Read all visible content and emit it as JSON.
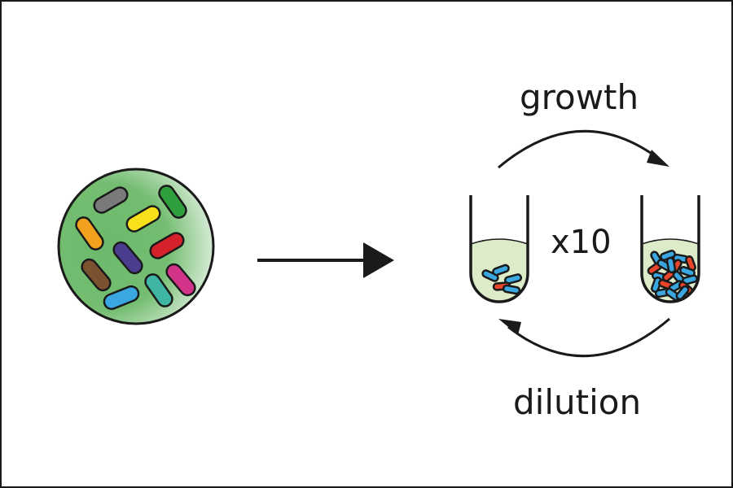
{
  "labels": {
    "growth": "growth",
    "multiplier": "x10",
    "dilution": "dilution"
  },
  "colors": {
    "frame": "#1a1a1a",
    "petri_light": "#e6f2e6",
    "petri_dark": "#6dba6c",
    "medium": "#dcecc9",
    "tube_outline": "#1a1a1a",
    "arrow": "#1a1a1a"
  },
  "community": {
    "cells": [
      {
        "color": "#7a7a7a",
        "icon": "gray-bacterium-icon"
      },
      {
        "color": "#2f9e3d",
        "icon": "green-bacterium-icon"
      },
      {
        "color": "#f2a11f",
        "icon": "orange-bacterium-icon"
      },
      {
        "color": "#f7e11a",
        "icon": "yellow-bacterium-icon"
      },
      {
        "color": "#d4212a",
        "icon": "red-bacterium-icon"
      },
      {
        "color": "#4a3c8f",
        "icon": "purple-bacterium-icon"
      },
      {
        "color": "#7a5230",
        "icon": "brown-bacterium-icon"
      },
      {
        "color": "#3aa7e0",
        "icon": "blue-bacterium-icon"
      },
      {
        "color": "#3fb6a3",
        "icon": "teal-bacterium-icon"
      },
      {
        "color": "#d4338a",
        "icon": "magenta-bacterium-icon"
      }
    ]
  },
  "tubes": {
    "sparse_colors": [
      "#3aa7e0",
      "#e8452a"
    ],
    "dense_colors": [
      "#3aa7e0",
      "#e8452a"
    ]
  }
}
